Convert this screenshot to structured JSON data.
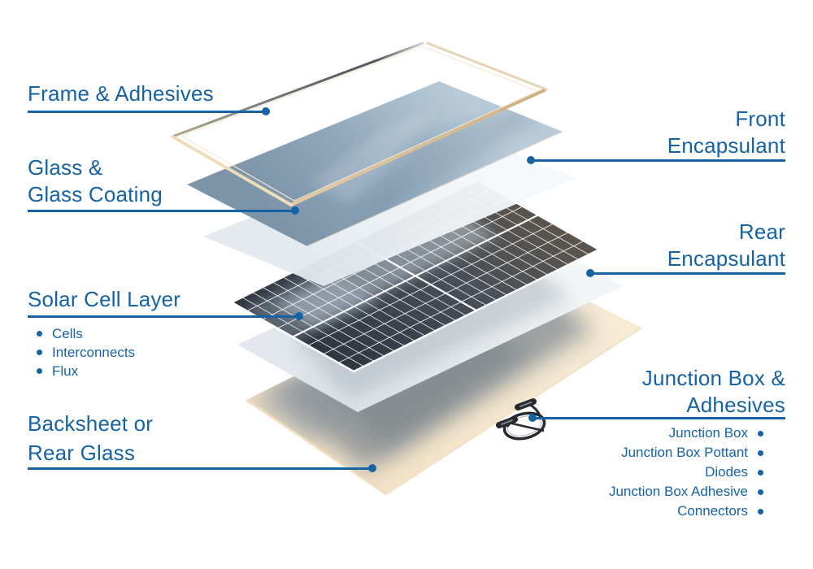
{
  "colors": {
    "accent_blue": "#1563a5",
    "frame_tan": "#d9bd93",
    "glass_blue": "#8ba3b8",
    "encapsulant_white": "#eef2f5",
    "cell_dark": "#3c434e",
    "backsheet_cream": "#f6e8d1",
    "backsheet_gray": "#7b8792",
    "cable_dark": "#26292d"
  },
  "labels": {
    "frame": {
      "line1": "Frame & Adhesives"
    },
    "glass": {
      "line1": "Glass &",
      "line2": "Glass Coating"
    },
    "solar": {
      "line1": "Solar Cell Layer",
      "bullets": [
        "Cells",
        "Interconnects",
        "Flux"
      ]
    },
    "backsheet": {
      "line1": "Backsheet or",
      "line2": "Rear Glass"
    },
    "front_encapsulant": {
      "line1": "Front",
      "line2": "Encapsulant"
    },
    "rear_encapsulant": {
      "line1": "Rear",
      "line2": "Encapsulant"
    },
    "junction": {
      "line1": "Junction Box &",
      "line2": "Adhesives",
      "bullets": [
        "Junction Box",
        "Junction Box Pottant",
        "Diodes",
        "Junction Box Adhesive",
        "Connectors"
      ]
    }
  }
}
